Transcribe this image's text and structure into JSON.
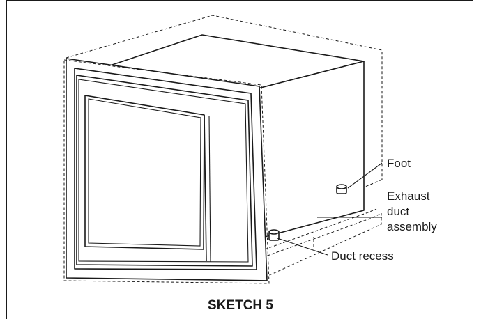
{
  "diagram": {
    "labels": {
      "foot": "Foot",
      "exhaust_line1": "Exhaust",
      "exhaust_line2": "duct",
      "exhaust_line3": "assembly",
      "duct_recess": "Duct recess"
    },
    "caption": "SKETCH 5"
  }
}
